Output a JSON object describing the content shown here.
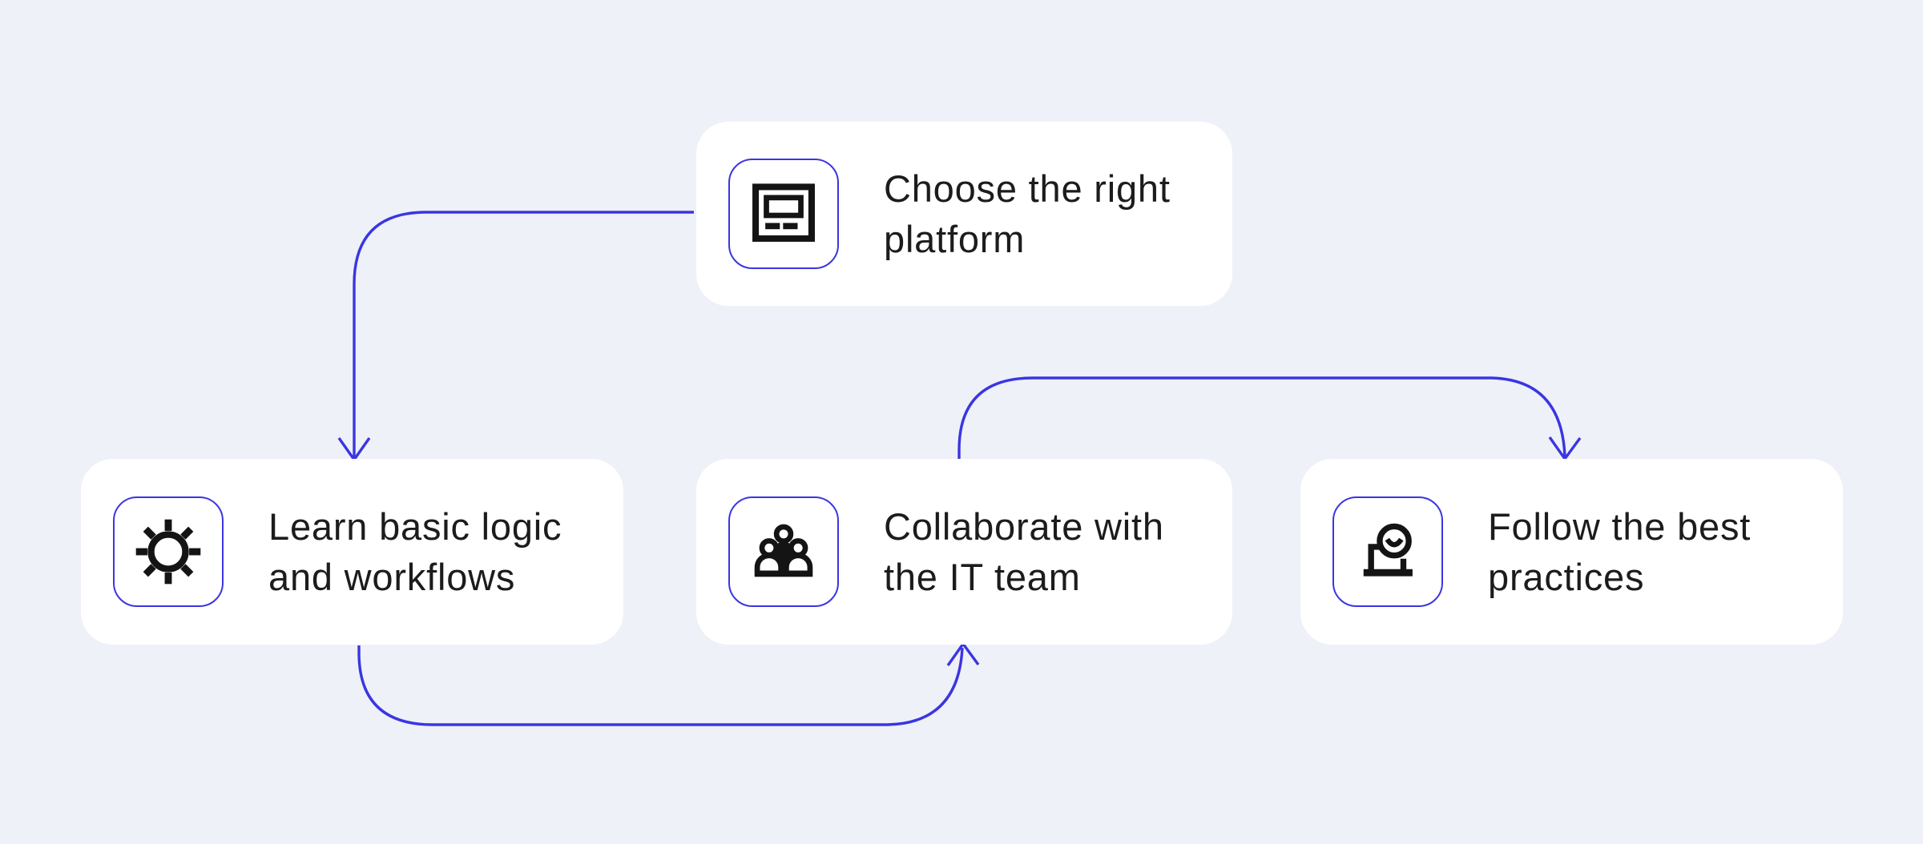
{
  "colors": {
    "background": "#eef1f7",
    "card": "#ffffff",
    "accent": "#3b35e2",
    "icon": "#141414",
    "text": "#1c1c1e"
  },
  "diagram": {
    "type": "flowchart",
    "nodes": [
      {
        "id": "choose-platform",
        "icon": "platform-screen-icon",
        "label": "Choose the right platform",
        "lines": [
          "Choose the right",
          "platform"
        ]
      },
      {
        "id": "learn-logic",
        "icon": "gear-icon",
        "label": "Learn basic logic and workflows",
        "lines": [
          "Learn basic logic",
          "and workflows"
        ]
      },
      {
        "id": "collaborate-it",
        "icon": "team-people-icon",
        "label": "Collaborate with the IT team",
        "lines": [
          "Collaborate with",
          "the IT team"
        ]
      },
      {
        "id": "follow-practices",
        "icon": "smiley-laptop-icon",
        "label": "Follow the best practices",
        "lines": [
          "Follow the best",
          "practices"
        ]
      }
    ],
    "edges": [
      {
        "from": "choose-platform",
        "to": "learn-logic"
      },
      {
        "from": "learn-logic",
        "to": "collaborate-it"
      },
      {
        "from": "collaborate-it",
        "to": "follow-practices"
      }
    ]
  }
}
